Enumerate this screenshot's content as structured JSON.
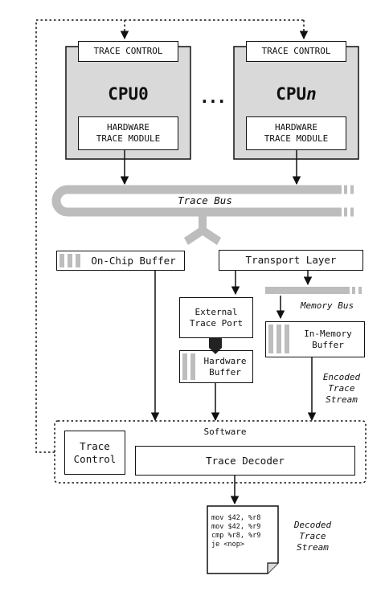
{
  "cpus": [
    {
      "trace_control": "TRACE CONTROL",
      "name": "CPU0",
      "name_suffix": "",
      "module": "HARDWARE\nTRACE MODULE"
    },
    {
      "trace_control": "TRACE CONTROL",
      "name": "CPU",
      "name_suffix": "n",
      "module": "HARDWARE\nTRACE MODULE"
    }
  ],
  "ellipsis": "...",
  "trace_bus": "Trace Bus",
  "on_chip_buffer": "On-Chip Buffer",
  "transport_layer": "Transport Layer",
  "memory_bus": "Memory Bus",
  "external_trace_port": "External\nTrace Port",
  "hardware_buffer": "Hardware\nBuffer",
  "in_memory_buffer": "In-Memory\nBuffer",
  "encoded_stream": "Encoded\nTrace\nStream",
  "software": {
    "title": "Software",
    "trace_control": "Trace\nControl",
    "trace_decoder": "Trace Decoder"
  },
  "decoded_lines": [
    "mov $42, %r8",
    "mov $42, %r9",
    "cmp %r8, %r9",
    "je <nop>"
  ],
  "decoded_stream": "Decoded\nTrace\nStream",
  "colors": {
    "gray_fill": "#d9d9d9",
    "bus_gray": "#bdbdbd",
    "stroke": "#111111"
  }
}
